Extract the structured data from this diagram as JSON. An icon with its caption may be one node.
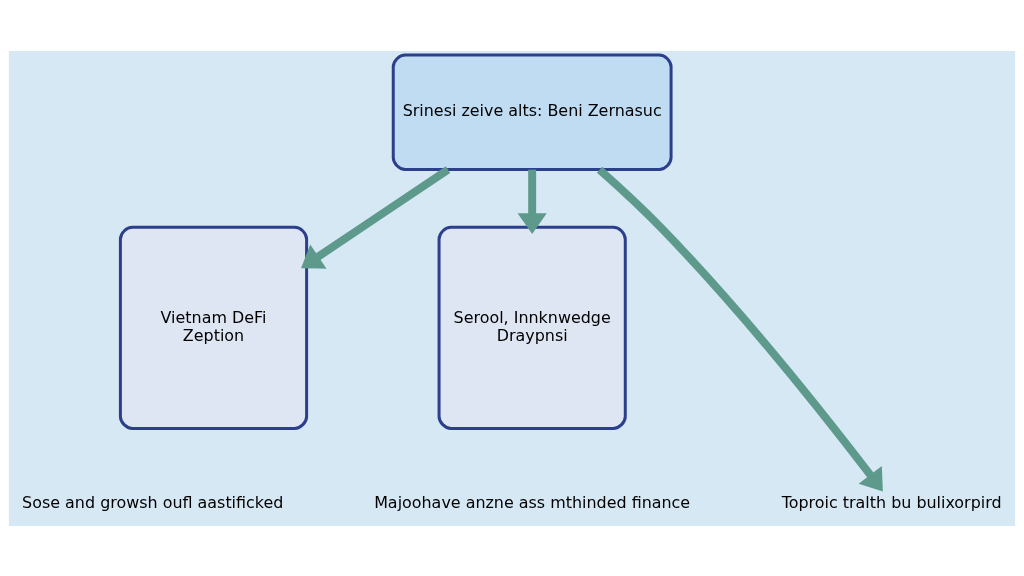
{
  "diagram": {
    "nodes": [
      {
        "text": [
          "Vietnam DeFi",
          "Zeption"
        ]
      },
      {
        "text": [
          "Srinesi zeive alts: Beni Zernasuc"
        ]
      },
      {
        "text": [
          "Serool, Innknwedge",
          "Draypnsi"
        ]
      },
      {
        "text": [
          "Toproic tralth bu bulixorpird"
        ]
      }
    ],
    "edges": [
      {
        "from": 1,
        "to": 0,
        "arrow": "to"
      },
      {
        "from": 1,
        "to": 2,
        "arrow": "to"
      },
      {
        "from": 1,
        "to": 3,
        "arrow": "to"
      }
    ],
    "labels": [
      "Sose and growsh oufl aastificked",
      "Majoohave anzne ass mthinded finance"
    ]
  }
}
